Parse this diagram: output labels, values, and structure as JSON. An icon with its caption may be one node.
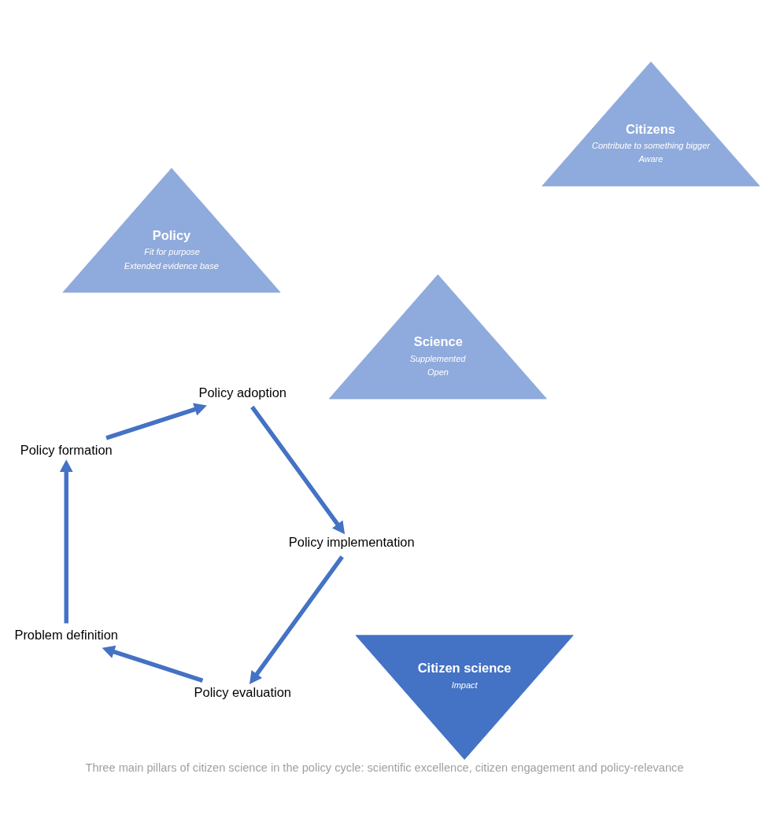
{
  "diagram": {
    "caption": "Three main pillars of citizen science in the policy cycle: scientific excellence, citizen engagement and policy-relevance",
    "nodes": [
      {
        "text": [
          "Policy evaluation"
        ]
      },
      {
        "text": [
          "Problem definition"
        ]
      },
      {
        "text": [
          "Science",
          "Supplemented",
          "Open"
        ]
      },
      {
        "text": [
          "Citizen science",
          "Impact"
        ]
      },
      {
        "text": [
          "Policy implementation"
        ]
      },
      {
        "text": [
          "Policy",
          "Fit for purpose",
          "Extended evidence base"
        ]
      },
      {
        "text": [
          "Citizens",
          "Contribute to something bigger",
          "Aware"
        ]
      },
      {
        "text": [
          "Policy formation"
        ]
      },
      {
        "text": [
          "Policy adoption"
        ]
      }
    ],
    "edges": [
      {
        "from": 0,
        "to": 1,
        "arrow": "to"
      },
      {
        "from": 1,
        "to": 7,
        "arrow": "to"
      },
      {
        "from": 7,
        "to": 8,
        "arrow": "to"
      },
      {
        "from": 8,
        "to": 4,
        "arrow": "to"
      },
      {
        "from": 4,
        "to": 0,
        "arrow": "to"
      }
    ]
  }
}
